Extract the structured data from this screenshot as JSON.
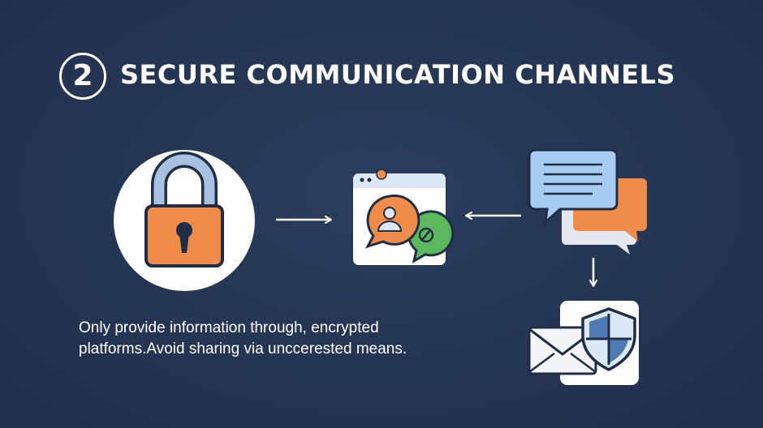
{
  "slide": {
    "step_number": "2",
    "title": "SECURE COMMUNICATION CHANNELS",
    "caption": "Only provide information through, encrypted platforms.Avoid sharing via unccerested means."
  },
  "icons": [
    "padlock-icon",
    "secure-chat-window-icon",
    "message-bubbles-icon",
    "shielded-email-icon"
  ],
  "colors": {
    "background": "#243553",
    "text": "#ffffff",
    "orange": "#f08c4a",
    "blue": "#a6cdf1",
    "green": "#5cb85c",
    "lock_shackle": "#a9c1e0"
  }
}
